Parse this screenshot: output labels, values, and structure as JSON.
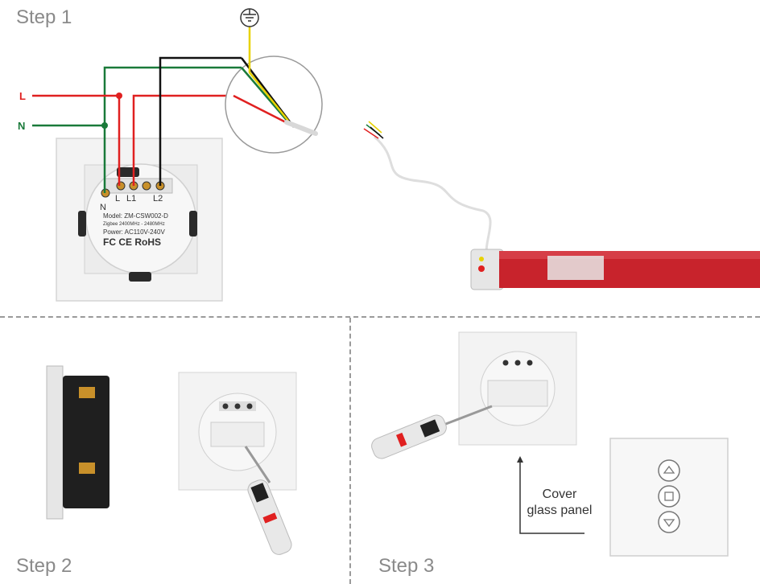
{
  "steps": {
    "step1": "Step 1",
    "step2": "Step 2",
    "step3": "Step 3"
  },
  "wires": {
    "live": "L",
    "neutral": "N",
    "live_color": "#e02020",
    "neutral_color": "#1a7a3a",
    "black_color": "#111111",
    "yellow_color": "#e8d200"
  },
  "terminals": {
    "n": "N",
    "l": "L",
    "l1": "L1",
    "l2": "L2"
  },
  "label_plate": {
    "line1": "Model: ZM-CSW002-D",
    "line2": "Zigbee  2400MHz - 2480MHz",
    "line3": "Power: AC110V-240V",
    "line4": "FC CE RoHS"
  },
  "motor": {
    "tube_color": "#c8232c"
  },
  "cover": {
    "line1": "Cover",
    "line2": "glass panel"
  }
}
